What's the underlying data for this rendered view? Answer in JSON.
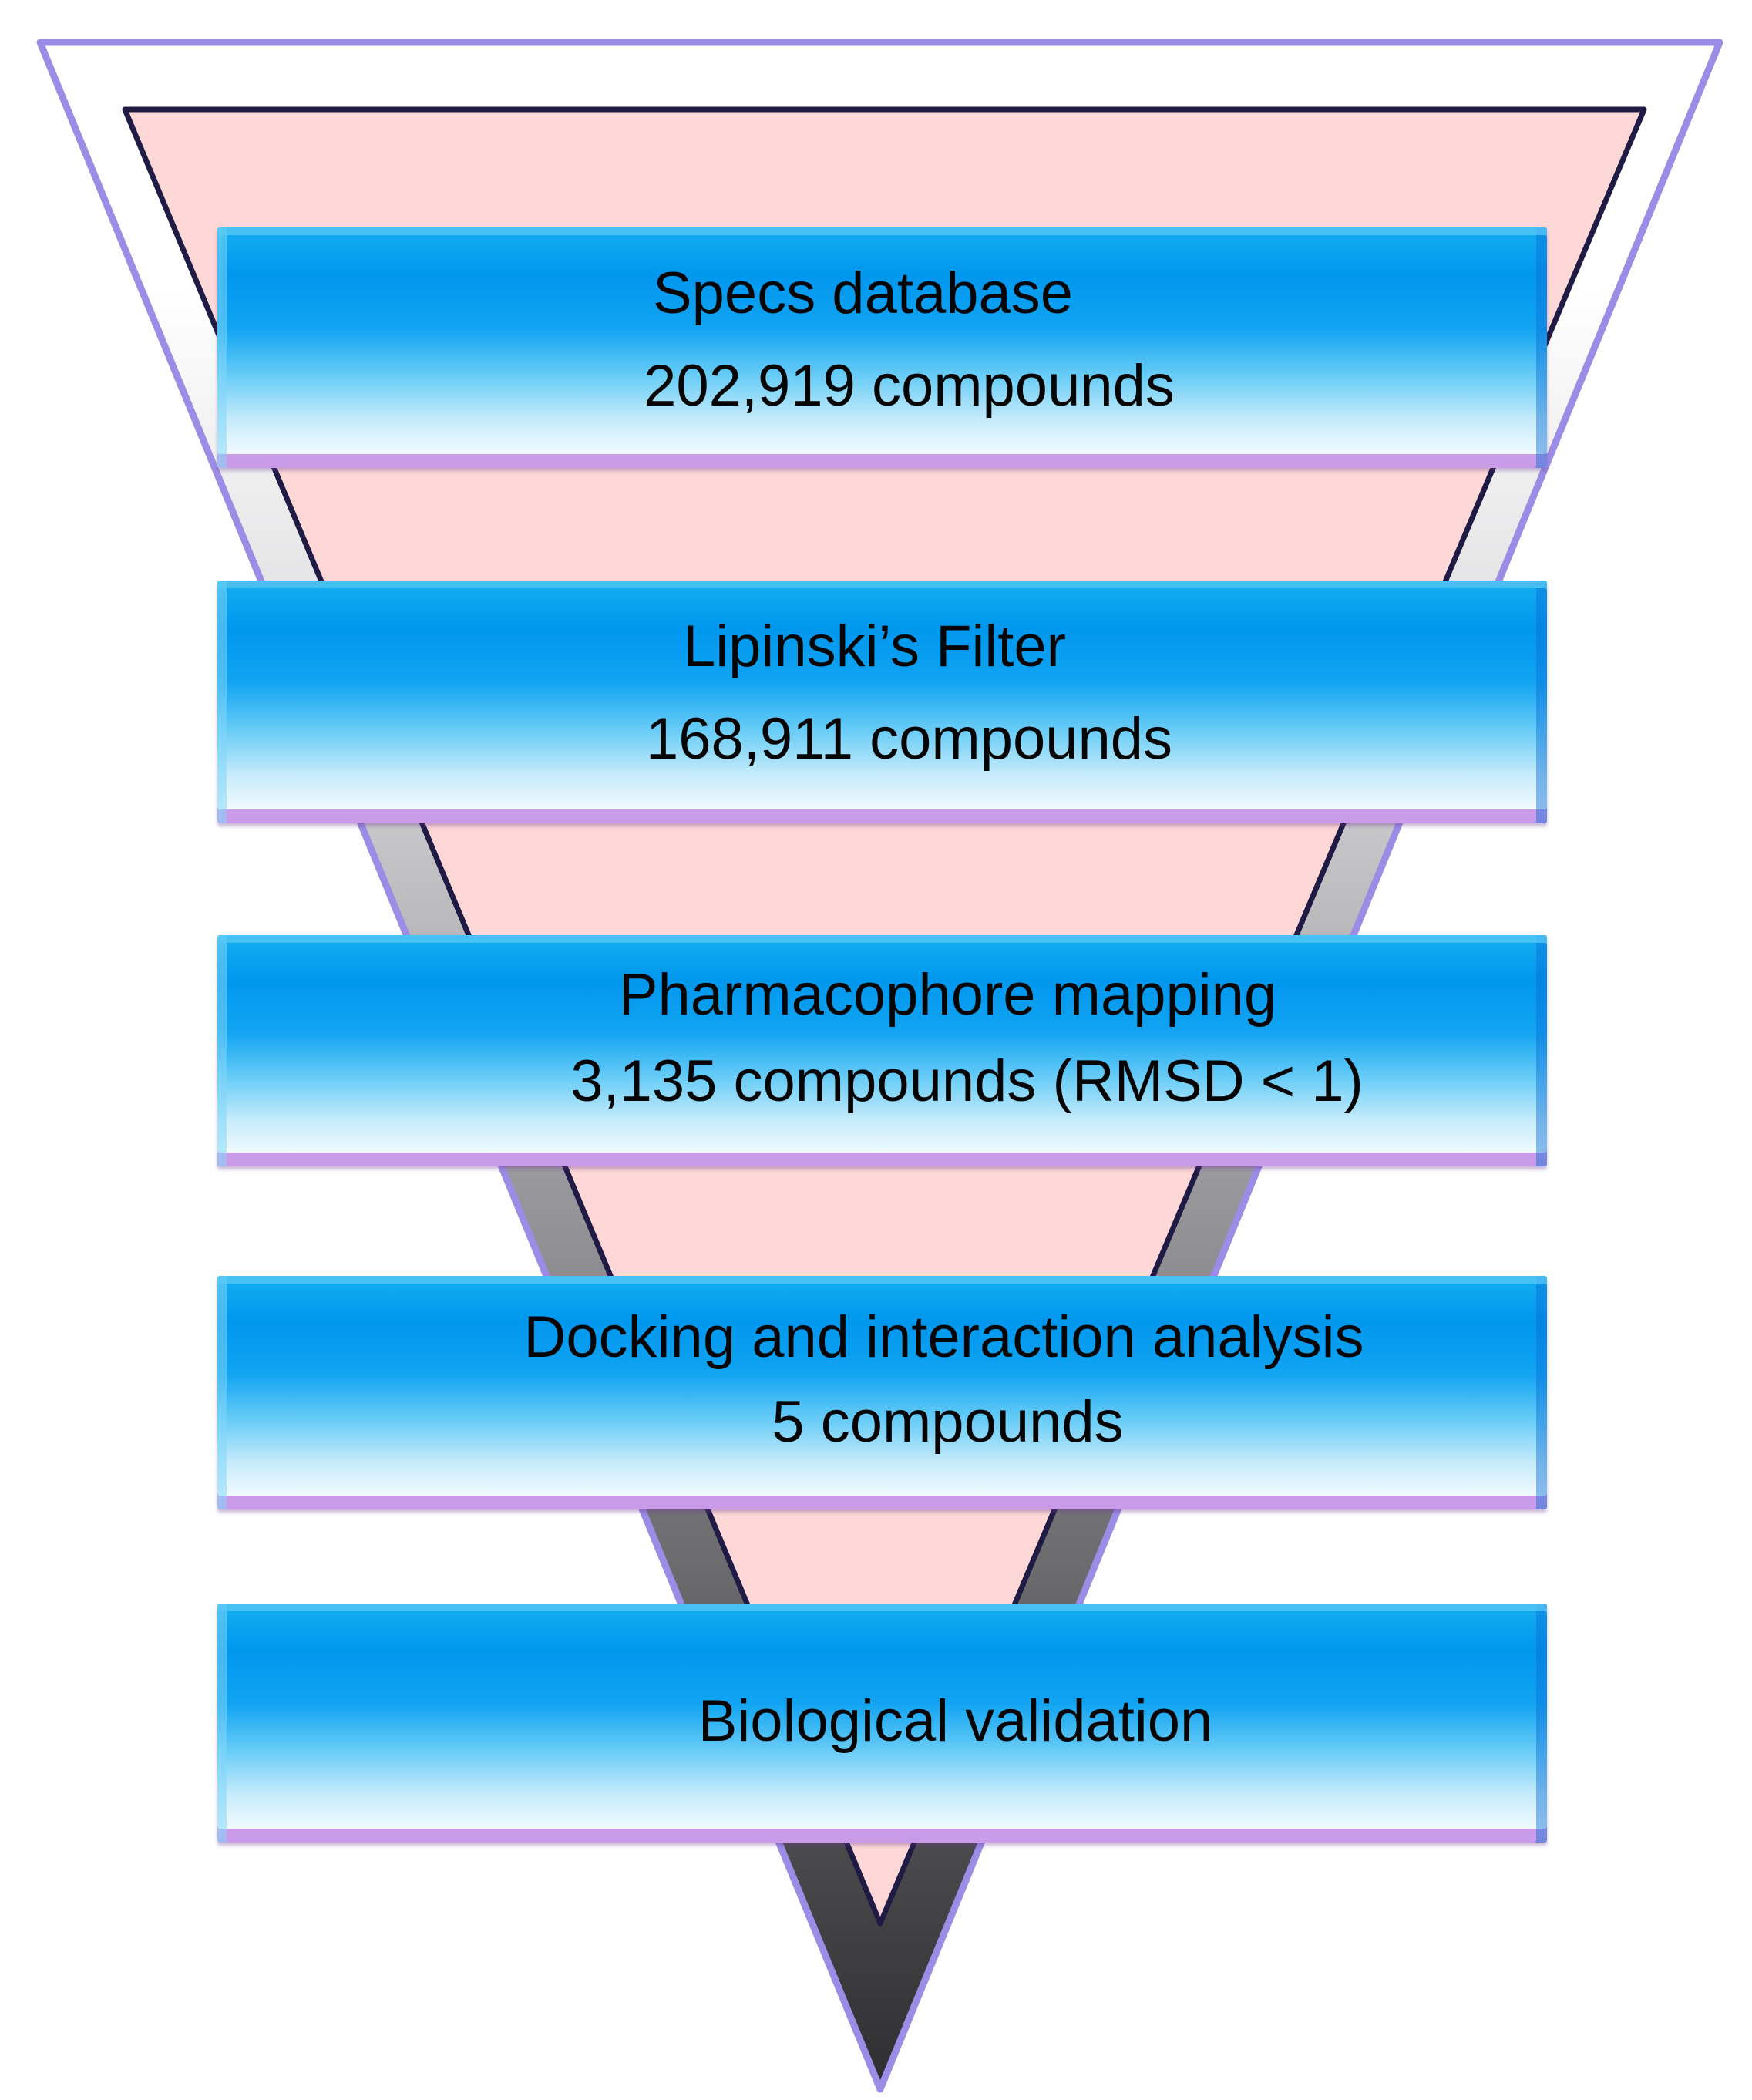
{
  "diagram": {
    "type": "funnel",
    "stages": [
      {
        "title": "Specs database",
        "count": "202,919 compounds"
      },
      {
        "title": "Lipinski’s Filter",
        "count": "168,911 compounds"
      },
      {
        "title": "Pharmacophore mapping",
        "count": "3,135 compounds (RMSD < 1)"
      },
      {
        "title": "Docking and interaction analysis",
        "count": "5 compounds"
      },
      {
        "title": "Biological validation",
        "count": ""
      }
    ]
  },
  "colors": {
    "funnel_outline": "#9b8ce6",
    "funnel_frame_top": "#ffffff",
    "funnel_frame_bottom": "#3a3a3a",
    "funnel_fill": "#fdd8d6",
    "stage_blue": "#0097ee",
    "stage_base": "#c99be9"
  }
}
